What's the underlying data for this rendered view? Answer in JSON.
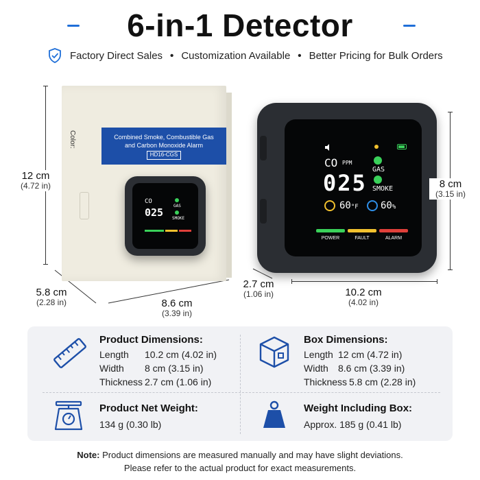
{
  "header": {
    "title": "6-in-1 Detector",
    "features": [
      "Factory Direct Sales",
      "Customization Available",
      "Better Pricing for Bulk Orders"
    ]
  },
  "box": {
    "color_label": "Color:",
    "band_line1": "Combined Smoke, Combustible Gas",
    "band_line2": "and Carbon Monoxide Alarm",
    "model": "HD16-CGS",
    "height": {
      "cm": "12 cm",
      "in": "(4.72 in)"
    },
    "depth": {
      "cm": "5.8 cm",
      "in": "(2.28 in)"
    },
    "width": {
      "cm": "8.6 cm",
      "in": "(3.39 in)"
    }
  },
  "device": {
    "co_label": "CO",
    "ppm": "PPM",
    "co_value": "025",
    "gas_label": "GAS",
    "smoke_label": "SMOKE",
    "temperature": "60",
    "temperature_unit": "°F",
    "humidity": "60",
    "humidity_unit": "%",
    "power_label": "POWER",
    "fault_label": "FAULT",
    "alarm_label": "ALARM",
    "height": {
      "cm": "8 cm",
      "in": "(3.15 in)"
    },
    "thickness": {
      "cm": "2.7 cm",
      "in": "(1.06 in)"
    },
    "width": {
      "cm": "10.2 cm",
      "in": "(4.02 in)"
    }
  },
  "specs": {
    "product_dim": {
      "title": "Product Dimensions:",
      "rows": [
        {
          "key": "Length",
          "value": "10.2 cm (4.02 in)"
        },
        {
          "key": "Width",
          "value": "8 cm (3.15 in)"
        },
        {
          "key": "Thickness",
          "value": "2.7 cm (1.06 in)"
        }
      ]
    },
    "box_dim": {
      "title": "Box Dimensions:",
      "rows": [
        {
          "key": "Length",
          "value": "12 cm (4.72 in)"
        },
        {
          "key": "Width",
          "value": "8.6 cm (3.39 in)"
        },
        {
          "key": "Thickness",
          "value": "5.8 cm (2.28 in)"
        }
      ]
    },
    "net_weight": {
      "title": "Product Net Weight:",
      "value": "134 g (0.30 lb)"
    },
    "gross_weight": {
      "title": "Weight Including Box:",
      "value": "Approx. 185 g (0.41 lb)"
    }
  },
  "note": {
    "label": "Note:",
    "line1": "Product dimensions are measured manually and may have slight deviations.",
    "line2": "Please refer to the actual product for exact measurements."
  },
  "colors": {
    "accent_blue": "#1f6fd8",
    "box_band": "#1d4fa8",
    "power_green": "#3ad15a",
    "fault_yellow": "#f2c12e",
    "alarm_red": "#e0403a"
  }
}
